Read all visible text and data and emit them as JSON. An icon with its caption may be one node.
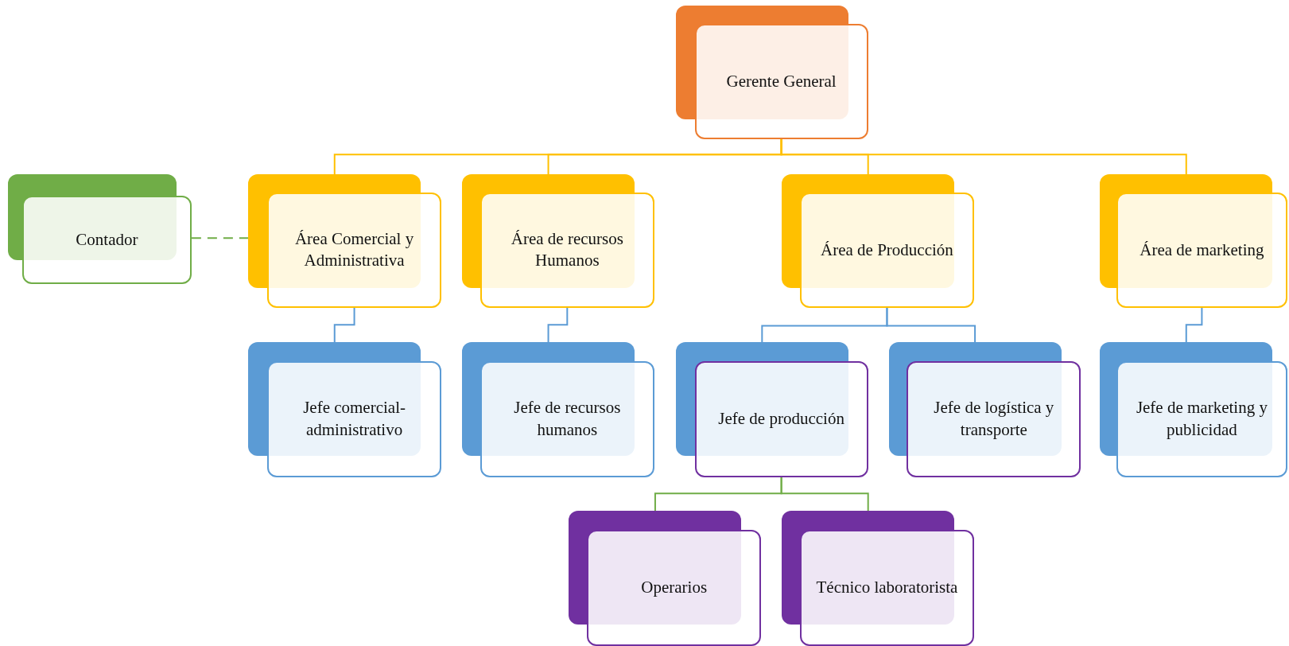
{
  "diagram": {
    "nodes": [
      {
        "text": [
          "Gerente General"
        ]
      },
      {
        "text": [
          "Contador"
        ]
      },
      {
        "text": [
          "Área Comercial y Administrativa"
        ]
      },
      {
        "text": [
          "Área de recursos Humanos"
        ]
      },
      {
        "text": [
          "Área de Producción"
        ]
      },
      {
        "text": [
          "Área de marketing"
        ]
      },
      {
        "text": [
          "Jefe comercial-administrativo"
        ]
      },
      {
        "text": [
          "Jefe de recursos humanos"
        ]
      },
      {
        "text": [
          "Jefe de producción"
        ]
      },
      {
        "text": [
          "Jefe de logística y transporte"
        ]
      },
      {
        "text": [
          "Jefe de marketing y publicidad"
        ]
      },
      {
        "text": [
          "Operarios"
        ]
      },
      {
        "text": [
          "Técnico laboratorista"
        ]
      }
    ],
    "edges": [
      {
        "from": 0,
        "to": 2,
        "arrow": "none",
        "color": "#ffc000"
      },
      {
        "from": 0,
        "to": 3,
        "arrow": "none",
        "color": "#ffc000"
      },
      {
        "from": 0,
        "to": 4,
        "arrow": "none",
        "color": "#ffc000"
      },
      {
        "from": 0,
        "to": 5,
        "arrow": "none",
        "color": "#ffc000"
      },
      {
        "from": 1,
        "to": 2,
        "arrow": "none",
        "style": "dashed",
        "color": "#70ad47"
      },
      {
        "from": 2,
        "to": 6,
        "arrow": "none",
        "color": "#5b9bd5"
      },
      {
        "from": 3,
        "to": 7,
        "arrow": "none",
        "color": "#5b9bd5"
      },
      {
        "from": 4,
        "to": 8,
        "arrow": "none",
        "color": "#5b9bd5"
      },
      {
        "from": 4,
        "to": 9,
        "arrow": "none",
        "color": "#5b9bd5"
      },
      {
        "from": 5,
        "to": 10,
        "arrow": "none",
        "color": "#5b9bd5"
      },
      {
        "from": 8,
        "to": 11,
        "arrow": "none",
        "color": "#70ad47"
      },
      {
        "from": 8,
        "to": 12,
        "arrow": "none",
        "color": "#70ad47"
      }
    ]
  }
}
